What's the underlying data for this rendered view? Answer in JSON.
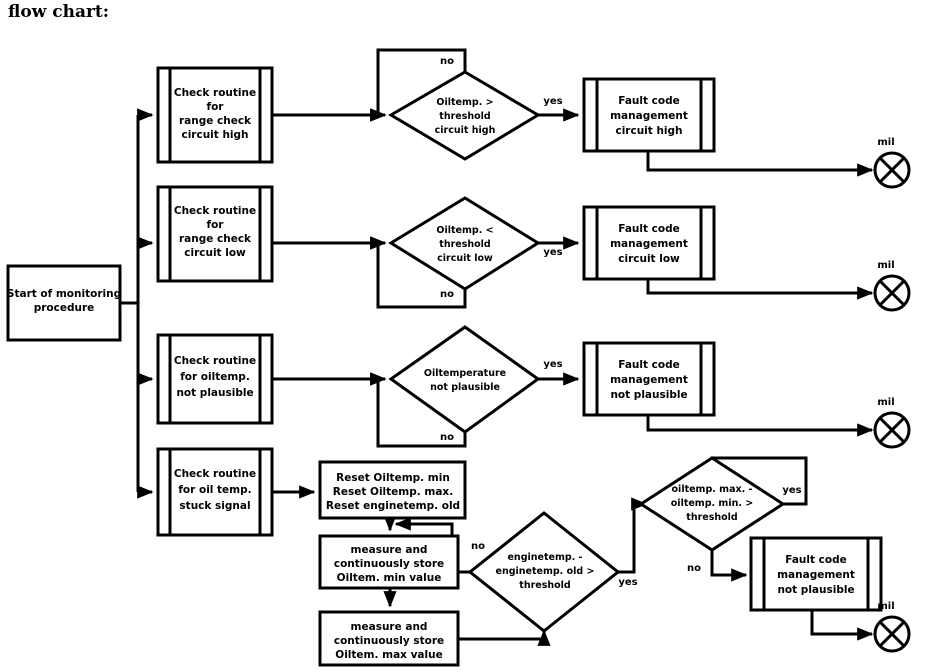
{
  "page": {
    "title": "flow chart:",
    "background": "#ffffff",
    "stroke_color": "#000000"
  },
  "start": {
    "label_line1": "Start of monitoring",
    "label_line2": "procedure"
  },
  "check_routines": [
    {
      "id": "range-check-circuit-high",
      "lines": [
        "Check routine",
        "for",
        "range check",
        "circuit high"
      ]
    },
    {
      "id": "range-check-circuit-low",
      "lines": [
        "Check routine",
        "for",
        "range check",
        "circuit low"
      ]
    },
    {
      "id": "oiltemp-not-plausible",
      "lines": [
        "Check routine",
        "for oiltemp.",
        "not plausible"
      ]
    },
    {
      "id": "oil-temp-stuck-signal",
      "lines": [
        "Check routine",
        "for oil temp.",
        "stuck signal"
      ]
    }
  ],
  "decisions": [
    {
      "id": "oiltemp-gt-threshold-high",
      "lines": [
        "Oiltemp. >",
        "threshold",
        "circuit high"
      ],
      "yes_label": "yes",
      "no_label": "no"
    },
    {
      "id": "oiltemp-lt-threshold-low",
      "lines": [
        "Oiltemp. <",
        "threshold",
        "circuit low"
      ],
      "yes_label": "yes",
      "no_label": "no"
    },
    {
      "id": "oiltemperature-not-plausible",
      "lines": [
        "Oiltemperature",
        "not plausible"
      ],
      "yes_label": "yes",
      "no_label": "no"
    },
    {
      "id": "enginetemp-delta-gt-threshold",
      "lines": [
        "enginetemp. -",
        "enginetemp. old >",
        "threshold"
      ],
      "yes_label": "yes",
      "no_label": "no"
    },
    {
      "id": "oiltemp-span-gt-threshold",
      "lines": [
        "oiltemp. max. -",
        "oiltemp. min. >",
        "threshold"
      ],
      "yes_label": "yes",
      "no_label": "no"
    }
  ],
  "fault_codes": [
    {
      "id": "fault-circuit-high",
      "lines": [
        "Fault code",
        "management",
        "circuit high"
      ]
    },
    {
      "id": "fault-circuit-low",
      "lines": [
        "Fault code",
        "management",
        "circuit low"
      ]
    },
    {
      "id": "fault-not-plausible-1",
      "lines": [
        "Fault code",
        "management",
        "not plausible"
      ]
    },
    {
      "id": "fault-not-plausible-2",
      "lines": [
        "Fault code",
        "management",
        "not plausible"
      ]
    }
  ],
  "process_boxes": [
    {
      "id": "reset-values",
      "lines": [
        "Reset Oiltemp. min",
        "Reset Oiltemp. max.",
        "Reset enginetemp. old"
      ]
    },
    {
      "id": "store-min",
      "lines": [
        "measure and",
        "continuously store",
        "Oiltem. min value"
      ]
    },
    {
      "id": "store-max",
      "lines": [
        "measure and",
        "continuously store",
        "Oiltem. max value"
      ]
    }
  ],
  "mil_indicators": [
    {
      "id": "mil-1",
      "label": "mil"
    },
    {
      "id": "mil-2",
      "label": "mil"
    },
    {
      "id": "mil-3",
      "label": "mil"
    },
    {
      "id": "mil-4",
      "label": "mil"
    }
  ]
}
